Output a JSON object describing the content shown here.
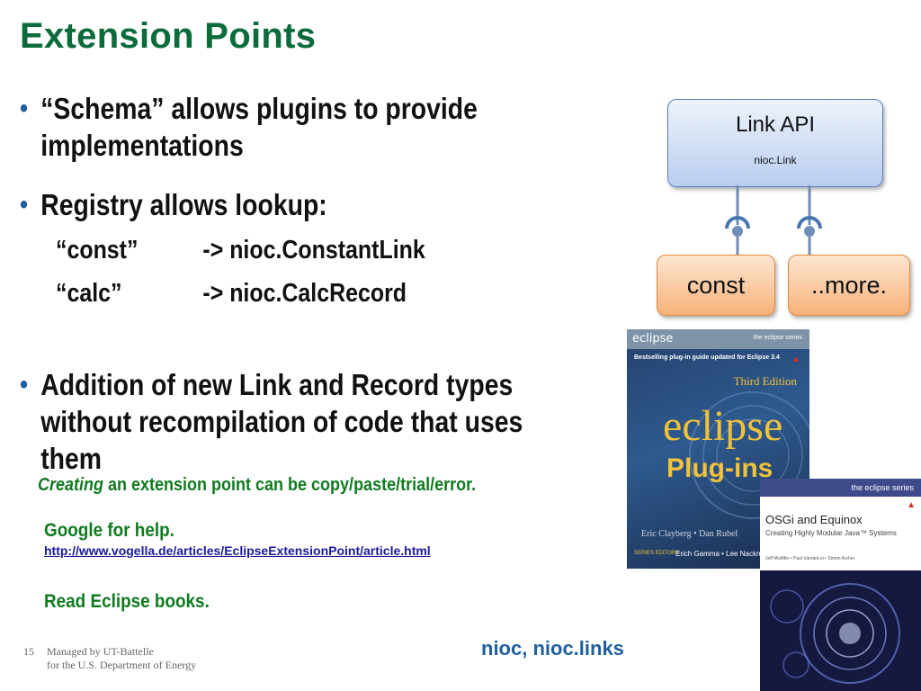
{
  "slide": {
    "title": "Extension Points",
    "bullets": [
      {
        "line1": "“Schema” allows plugins to provide",
        "line2": "implementations"
      },
      {
        "line1": "Registry allows lookup:"
      },
      {
        "line1": "Addition of new Link and Record types",
        "line2": "without recompilation of code that uses",
        "line3": "them"
      }
    ],
    "lookups": [
      {
        "key": "“const”",
        "value": "-> nioc.ConstantLink"
      },
      {
        "key": "“calc”",
        "value": "-> nioc.CalcRecord"
      }
    ],
    "note_italic": "Creating",
    "note_rest": " an extension point can be copy/paste/trial/error.",
    "google_help": "Google for help.",
    "link_url": "http://www.vogella.de/articles/EclipseExtensionPoint/article.html",
    "read_books": "Read Eclipse books.",
    "package_label": "nioc, nioc.links"
  },
  "diagram": {
    "api_title": "Link API",
    "api_sub": "nioc.Link",
    "box1": "const",
    "box2": "..more."
  },
  "book1": {
    "logo": "eclipse",
    "series": "the eclipse series",
    "tagline": "Bestselling plug-in guide updated for Eclipse 3.4",
    "edition": "Third Edition",
    "title1": "eclipse",
    "title2": "Plug-ins",
    "authors": "Eric Clayberg • Dan Rubel",
    "editors_label": "SERIES EDITORS",
    "editors": "Erich Gamma • Lee Nackman"
  },
  "book2": {
    "series": "the eclipse series",
    "title": "OSGi and Equinox",
    "subtitle": "Creating Highly Modular Java™ Systems",
    "authors": "Jeff McAffer • Paul VanderLei • Simon Archer"
  },
  "footer": {
    "page": "15",
    "line1": "Managed by UT-Battelle",
    "line2": "for the U.S. Department of Energy"
  },
  "colors": {
    "title": "#0b6b3a",
    "bullet_dot": "#1f5fa0",
    "green_text": "#0f7a1f",
    "link": "#1a1a9a",
    "api_box": "#b9cdef",
    "orange_box": "#f7b179"
  }
}
